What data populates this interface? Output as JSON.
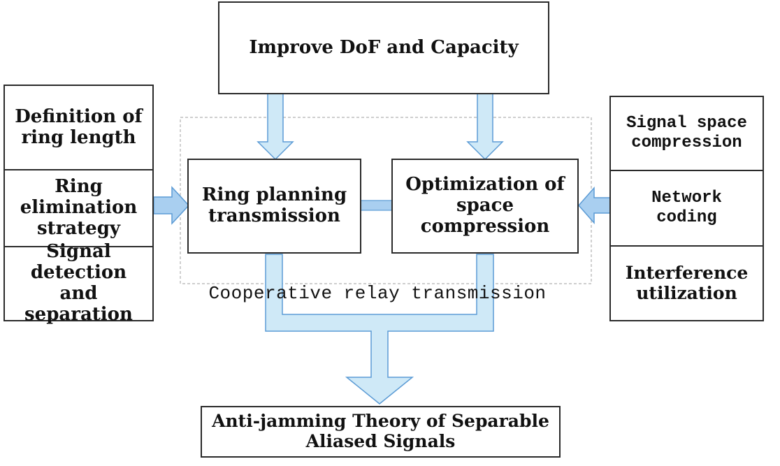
{
  "top_goal": {
    "text": "Improve DoF and Capacity"
  },
  "left_column": {
    "items": [
      {
        "text": "Definition of ring length"
      },
      {
        "text": "Ring elimination strategy"
      },
      {
        "text": "Signal detection and separation"
      }
    ]
  },
  "right_column": {
    "items": [
      {
        "text": "Signal space compression"
      },
      {
        "text": "Network coding"
      },
      {
        "text": "Interference utilization"
      }
    ]
  },
  "center": {
    "left_block": {
      "text": "Ring planning transmission"
    },
    "right_block": {
      "text": "Optimization of space compression"
    },
    "group_caption": "Cooperative relay transmission"
  },
  "bottom_result": {
    "text": "Anti-jamming Theory of Separable Aliased Signals"
  },
  "colors": {
    "arrow_fill": "#cfe9f7",
    "arrow_stroke": "#5b9bd5",
    "left_arrow_fill": "#a9cff0",
    "box_border": "#2a2a2a",
    "dashed_group": "#b0b0b0"
  }
}
